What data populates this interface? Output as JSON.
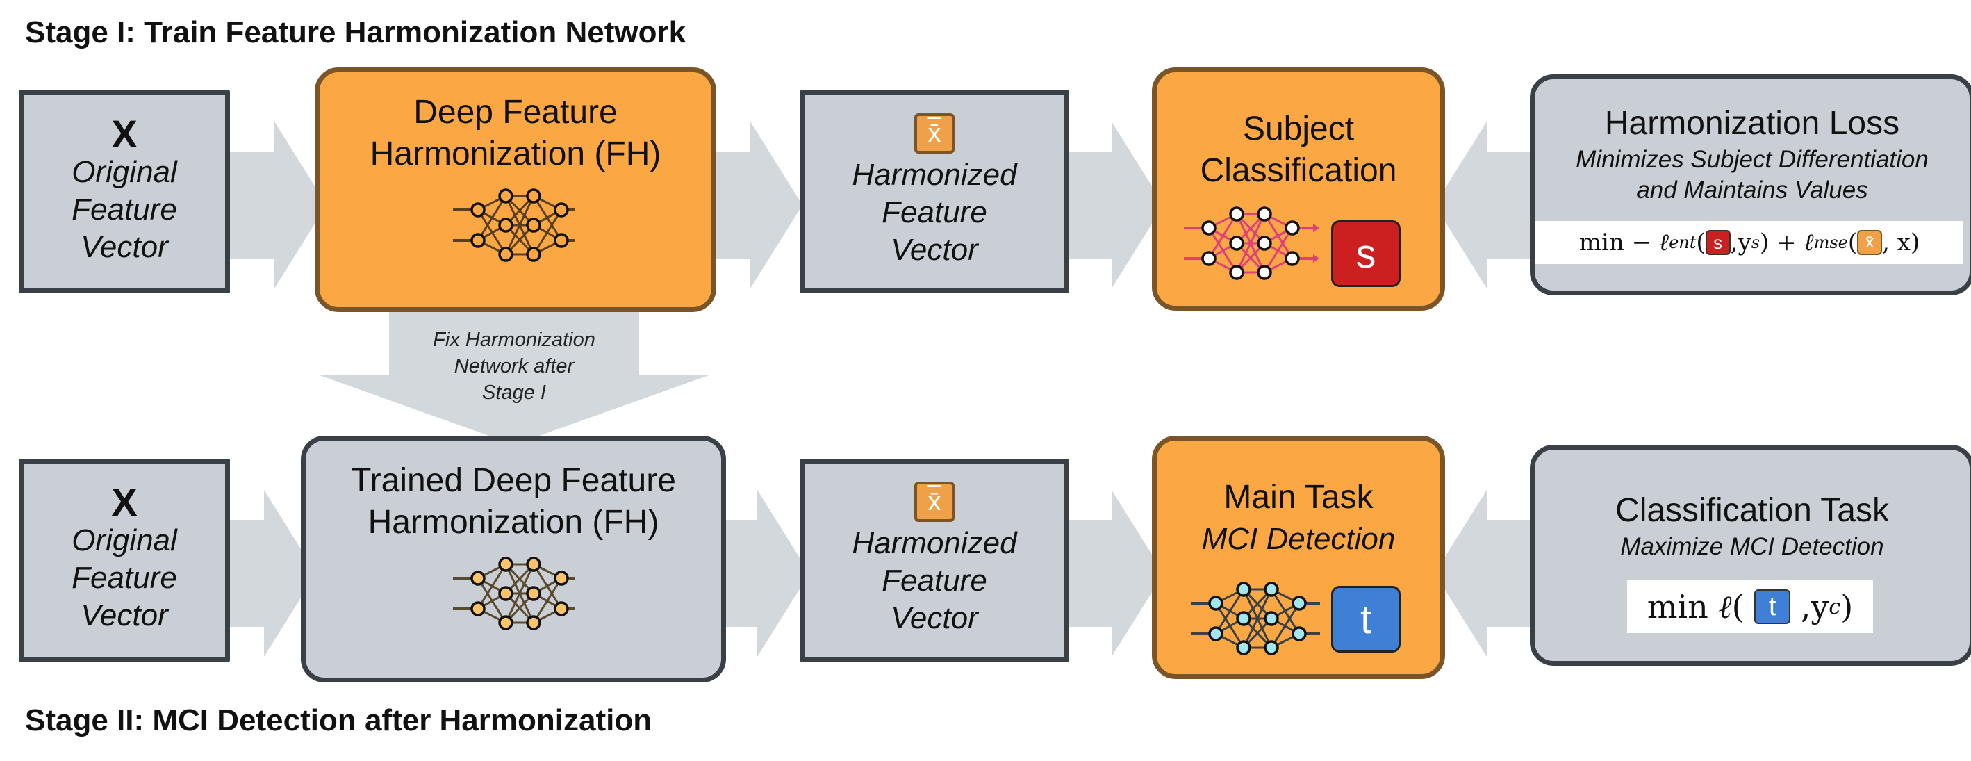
{
  "stage1": {
    "title": "Stage I: Train Feature Harmonization Network",
    "input": {
      "symbol": "X",
      "label_lines": [
        "Original",
        "Feature",
        "Vector"
      ]
    },
    "fh": {
      "title_lines": [
        "Deep Feature",
        "Harmonization (FH)"
      ]
    },
    "harmonized": {
      "icon": "x̄",
      "label_lines": [
        "Harmonized",
        "Feature",
        "Vector"
      ]
    },
    "subject": {
      "title_lines": [
        "Subject",
        "Classification"
      ],
      "icon": "s"
    },
    "loss": {
      "title": "Harmonization Loss",
      "subtitle_lines": [
        "Minimizes Subject Differentiation",
        "and Maintains Values"
      ],
      "formula": {
        "min": "min",
        "minus": "−",
        "l_ent": "ℓ",
        "ent_sub": "ent",
        "chip_s": "s",
        "ys": "y",
        "ys_sub": "s",
        "plus": "+",
        "l_mse": "ℓ",
        "mse_sub": "mse",
        "chip_x": "x̄",
        "x": "x"
      }
    }
  },
  "fix_note_lines": [
    "Fix Harmonization",
    "Network after",
    "Stage I"
  ],
  "stage2": {
    "title": "Stage II: MCI Detection after Harmonization",
    "input": {
      "symbol": "X",
      "label_lines": [
        "Original",
        "Feature",
        "Vector"
      ]
    },
    "fh": {
      "title_lines": [
        "Trained Deep Feature",
        "Harmonization (FH)"
      ]
    },
    "harmonized": {
      "icon": "x̄",
      "label_lines": [
        "Harmonized",
        "Feature",
        "Vector"
      ]
    },
    "main": {
      "title": "Main Task",
      "subtitle": "MCI Detection",
      "icon": "t"
    },
    "classification": {
      "title": "Classification Task",
      "subtitle": "Maximize MCI Detection",
      "formula": {
        "min": "min",
        "l": "ℓ",
        "chip_t": "t",
        "yc": "y",
        "yc_sub": "c"
      }
    }
  },
  "colors": {
    "box_grey": "#c9cfd4",
    "box_orange": "#fba844",
    "arrow_grey": "#d3d8dc",
    "subject_chip_red": "#cc1f1f",
    "task_chip_blue": "#3f7fd6",
    "net_pink": "#e0407a",
    "net_cyan": "#a3e6ee"
  }
}
